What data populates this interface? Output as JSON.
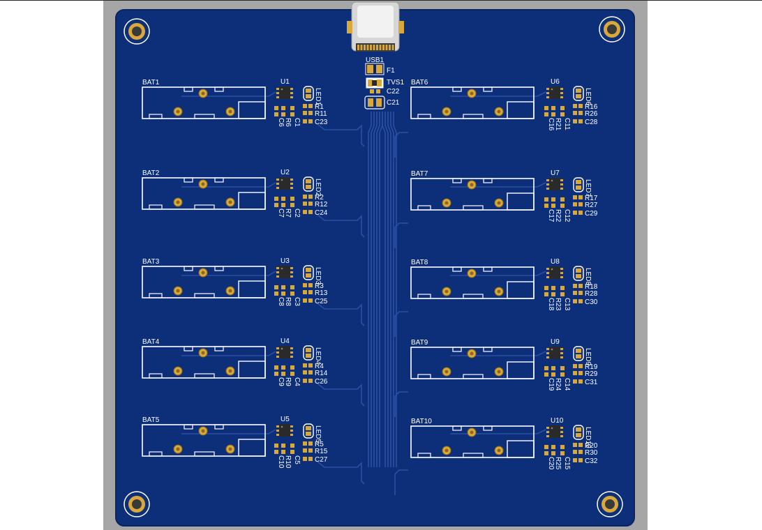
{
  "colors": {
    "panel": "#a6a6a6",
    "board": "#0d2f7a",
    "board_edge": "#0a2462",
    "trace": "#2c4fa3",
    "silk": "#ffffff",
    "pad": "#d9a83a",
    "pad_dark": "#8a6a1e",
    "chip": "#2a2a2a",
    "connector_metal": "#d6d6d6"
  },
  "usb": {
    "designator": "USB1",
    "fuse": "F1",
    "tvs": "TVS1",
    "cap_a": "C22",
    "cap_b": "C21"
  },
  "left_channels": [
    {
      "bat": "BAT1",
      "ic": "U1",
      "led": "LED1",
      "r_a": "R1",
      "r_b": "R11",
      "c_out": "C23",
      "r_v": "R6",
      "c_v1": "C6",
      "c_v2": "C1"
    },
    {
      "bat": "BAT2",
      "ic": "U2",
      "led": "LED2",
      "r_a": "R2",
      "r_b": "R12",
      "c_out": "C24",
      "r_v": "R7",
      "c_v1": "C7",
      "c_v2": "C2"
    },
    {
      "bat": "BAT3",
      "ic": "U3",
      "led": "LED3",
      "r_a": "R3",
      "r_b": "R13",
      "c_out": "C25",
      "r_v": "R8",
      "c_v1": "C8",
      "c_v2": "C3"
    },
    {
      "bat": "BAT4",
      "ic": "U4",
      "led": "LED4",
      "r_a": "R4",
      "r_b": "R14",
      "c_out": "C26",
      "r_v": "R9",
      "c_v1": "C9",
      "c_v2": "C4"
    },
    {
      "bat": "BAT5",
      "ic": "U5",
      "led": "LED5",
      "r_a": "R5",
      "r_b": "R15",
      "c_out": "C27",
      "r_v": "R10",
      "c_v1": "C10",
      "c_v2": "C5"
    }
  ],
  "right_channels": [
    {
      "bat": "BAT6",
      "ic": "U6",
      "led": "LED6",
      "r_a": "R16",
      "r_b": "R26",
      "c_out": "C28",
      "r_v": "R21",
      "c_v1": "C16",
      "c_v2": "C11"
    },
    {
      "bat": "BAT7",
      "ic": "U7",
      "led": "LED7",
      "r_a": "R17",
      "r_b": "R27",
      "c_out": "C29",
      "r_v": "R22",
      "c_v1": "C17",
      "c_v2": "C12"
    },
    {
      "bat": "BAT8",
      "ic": "U8",
      "led": "LED8",
      "r_a": "R18",
      "r_b": "R28",
      "c_out": "C30",
      "r_v": "R23",
      "c_v1": "C18",
      "c_v2": "C13"
    },
    {
      "bat": "BAT9",
      "ic": "U9",
      "led": "LED9",
      "r_a": "R19",
      "r_b": "R29",
      "c_out": "C31",
      "r_v": "R24",
      "c_v1": "C19",
      "c_v2": "C14"
    },
    {
      "bat": "BAT10",
      "ic": "U10",
      "led": "LED10",
      "r_a": "R20",
      "r_b": "R30",
      "c_out": "C32",
      "r_v": "R25",
      "c_v1": "C20",
      "c_v2": "C15"
    }
  ]
}
